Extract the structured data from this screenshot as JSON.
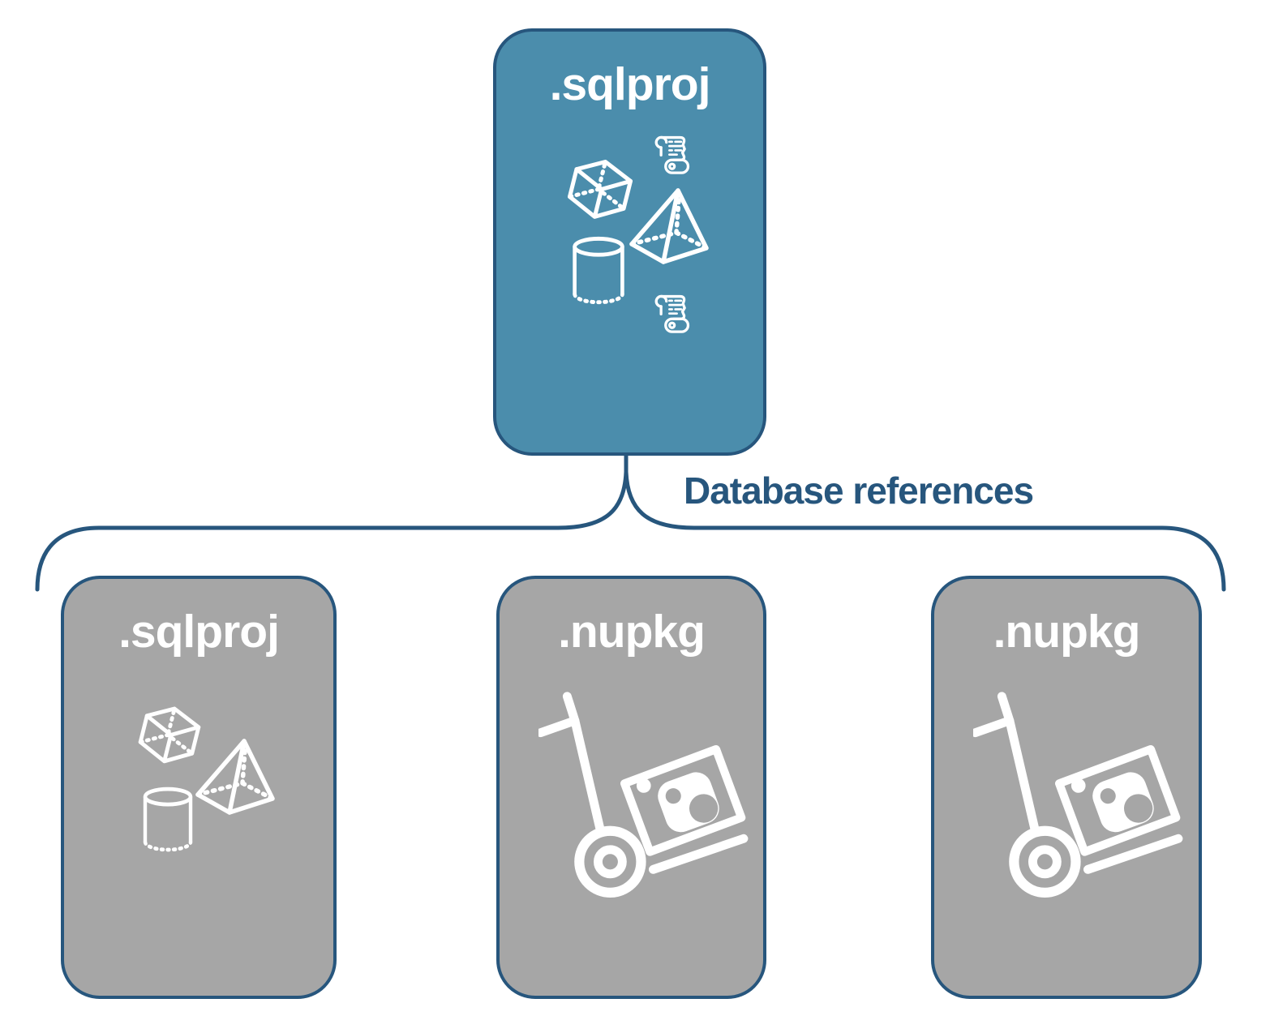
{
  "colors": {
    "root_fill": "#4b8dac",
    "child_fill": "#a6a6a6",
    "accent": "#27567d",
    "icon": "#ffffff"
  },
  "root_node": {
    "label": ".sqlproj",
    "icons": [
      "cube",
      "scroll",
      "pyramid",
      "cylinder",
      "scroll"
    ]
  },
  "connector": {
    "label": "Database references"
  },
  "child_nodes": [
    {
      "label": ".sqlproj",
      "icons": [
        "cube",
        "pyramid",
        "cylinder"
      ]
    },
    {
      "label": ".nupkg",
      "icons": [
        "hand-truck-with-nuget-package"
      ]
    },
    {
      "label": ".nupkg",
      "icons": [
        "hand-truck-with-nuget-package"
      ]
    }
  ]
}
